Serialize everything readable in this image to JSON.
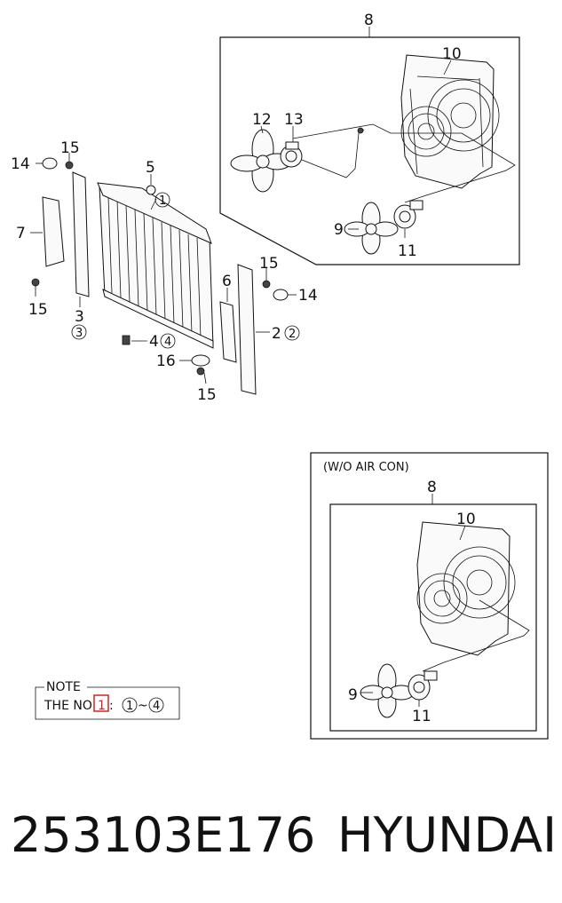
{
  "callouts": {
    "c8": "8",
    "c10": "10",
    "c12": "12",
    "c13": "13",
    "c9": "9",
    "c11": "11",
    "c14a": "14",
    "c15a": "15",
    "c7": "7",
    "c15b": "15",
    "c3": "3",
    "c3c": "3",
    "c5": "5",
    "c1c": "1",
    "c4": "4",
    "c4c": "4",
    "c16": "16",
    "c15c": "15",
    "c6": "6",
    "c15d": "15",
    "c14b": "14",
    "c2": "2",
    "c2c": "2"
  },
  "inset": {
    "title": "(W/O AIR CON)",
    "c8": "8",
    "c10": "10",
    "c9": "9",
    "c11": "11"
  },
  "note": {
    "label": "NOTE",
    "text_prefix": "THE NO",
    "highlight": "1",
    "text_suffix": " : ",
    "range_start": "1",
    "tilde": "~",
    "range_end": "4"
  },
  "caption": {
    "part_number": "253103E176",
    "brand": "HYUNDAI"
  },
  "colors": {
    "highlight": "#d62020",
    "ink": "#111111"
  }
}
